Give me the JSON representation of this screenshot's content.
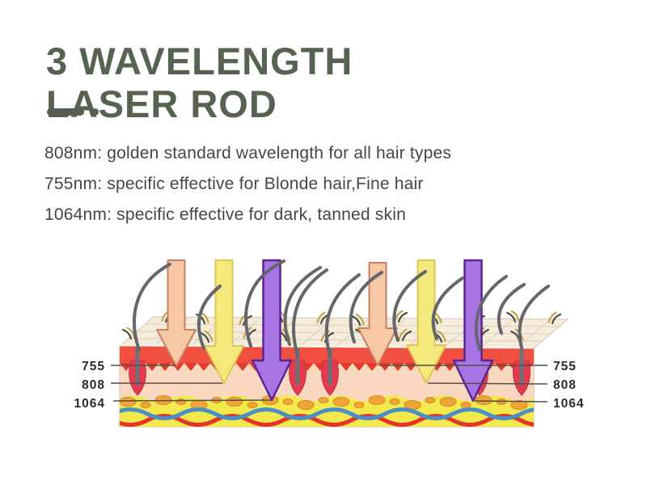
{
  "title": {
    "line1": "3 WAVELENGTH",
    "line2": "LASER ROD"
  },
  "features": [
    "808nm: golden standard wavelength for all hair types",
    "755nm: specific effective for Blonde hair,Fine hair",
    "1064nm: specific effective for dark, tanned skin"
  ],
  "diagram": {
    "labels_left": [
      "755",
      "808",
      "1064"
    ],
    "labels_right": [
      "755",
      "808",
      "1064"
    ],
    "arrows": [
      {
        "wavelength": "755",
        "side": "left",
        "color": "#f7c8a6",
        "outline": "#c9805e"
      },
      {
        "wavelength": "808",
        "side": "left",
        "color": "#f5e87c",
        "outline": "#dcc84e"
      },
      {
        "wavelength": "1064",
        "side": "left",
        "color": "#a873e2",
        "outline": "#5a2691"
      },
      {
        "wavelength": "755",
        "side": "right",
        "color": "#f7c8a6",
        "outline": "#c9805e"
      },
      {
        "wavelength": "808",
        "side": "right",
        "color": "#f5e87c",
        "outline": "#dcc84e"
      },
      {
        "wavelength": "1064",
        "side": "right",
        "color": "#a873e2",
        "outline": "#5a2691"
      }
    ],
    "layer_colors": {
      "skin_surface": "#f6ecdc",
      "epidermis": "#f15040",
      "epidermis_teeth": "#e33b2a",
      "dermis": "#f9d8bf",
      "fat": "#f3e94d",
      "fat_blobs": "#f1a438",
      "vessel_blue": "#4a90c6",
      "vessel_red": "#e3342a",
      "hair": "#63676c",
      "follicle": "#e6394e"
    }
  },
  "theme": {
    "background": "#ffffff",
    "title_color": "#556350",
    "divider_color": "#575f52",
    "body_text_color": "#454545",
    "label_color": "#2c2c2c"
  }
}
